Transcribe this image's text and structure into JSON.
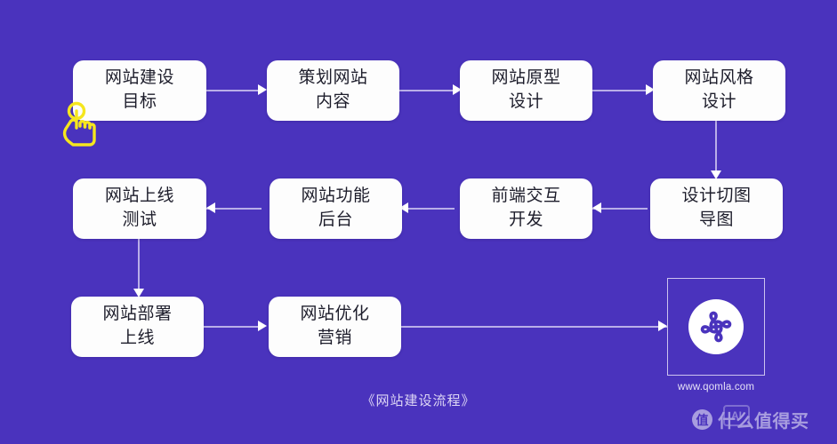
{
  "theme": {
    "background_color": "#4a33bd",
    "node_fill": "#fdfdfd",
    "node_text_color": "#1d1d2b",
    "connector_color": "#b9aee8",
    "arrowhead_color": "#ffffff",
    "cursor_color": "#f5e61e",
    "logo_border_color": "#cdc3ef"
  },
  "diagram": {
    "caption": "《网站建设流程》",
    "nodes": [
      {
        "id": "n1",
        "line1": "网站建设",
        "line2": "目标",
        "row": 1,
        "col": 1
      },
      {
        "id": "n2",
        "line1": "策划网站",
        "line2": "内容",
        "row": 1,
        "col": 2
      },
      {
        "id": "n3",
        "line1": "网站原型",
        "line2": "设计",
        "row": 1,
        "col": 3
      },
      {
        "id": "n4",
        "line1": "网站风格",
        "line2": "设计",
        "row": 1,
        "col": 4
      },
      {
        "id": "n5",
        "line1": "设计切图",
        "line2": "导图",
        "row": 2,
        "col": 4
      },
      {
        "id": "n6",
        "line1": "前端交互",
        "line2": "开发",
        "row": 2,
        "col": 3
      },
      {
        "id": "n7",
        "line1": "网站功能",
        "line2": "后台",
        "row": 2,
        "col": 2
      },
      {
        "id": "n8",
        "line1": "网站上线",
        "line2": "测试",
        "row": 2,
        "col": 1
      },
      {
        "id": "n9",
        "line1": "网站部署",
        "line2": "上线",
        "row": 3,
        "col": 1
      },
      {
        "id": "n10",
        "line1": "网站优化",
        "line2": "营销",
        "row": 3,
        "col": 2
      }
    ],
    "flow_order": [
      "网站建设目标",
      "策划网站内容",
      "网站原型设计",
      "网站风格设计",
      "设计切图导图",
      "前端交互开发",
      "网站功能后台",
      "网站上线测试",
      "网站部署上线",
      "网站优化营销"
    ]
  },
  "logo": {
    "icon_name": "qomla-pinwheel-logo",
    "url": "www.qomla.com"
  },
  "cursor": {
    "icon_name": "tap-hand-cursor"
  },
  "watermark": {
    "badge_char": "值",
    "text": "什么值得买",
    "overlay_label": "AI"
  }
}
